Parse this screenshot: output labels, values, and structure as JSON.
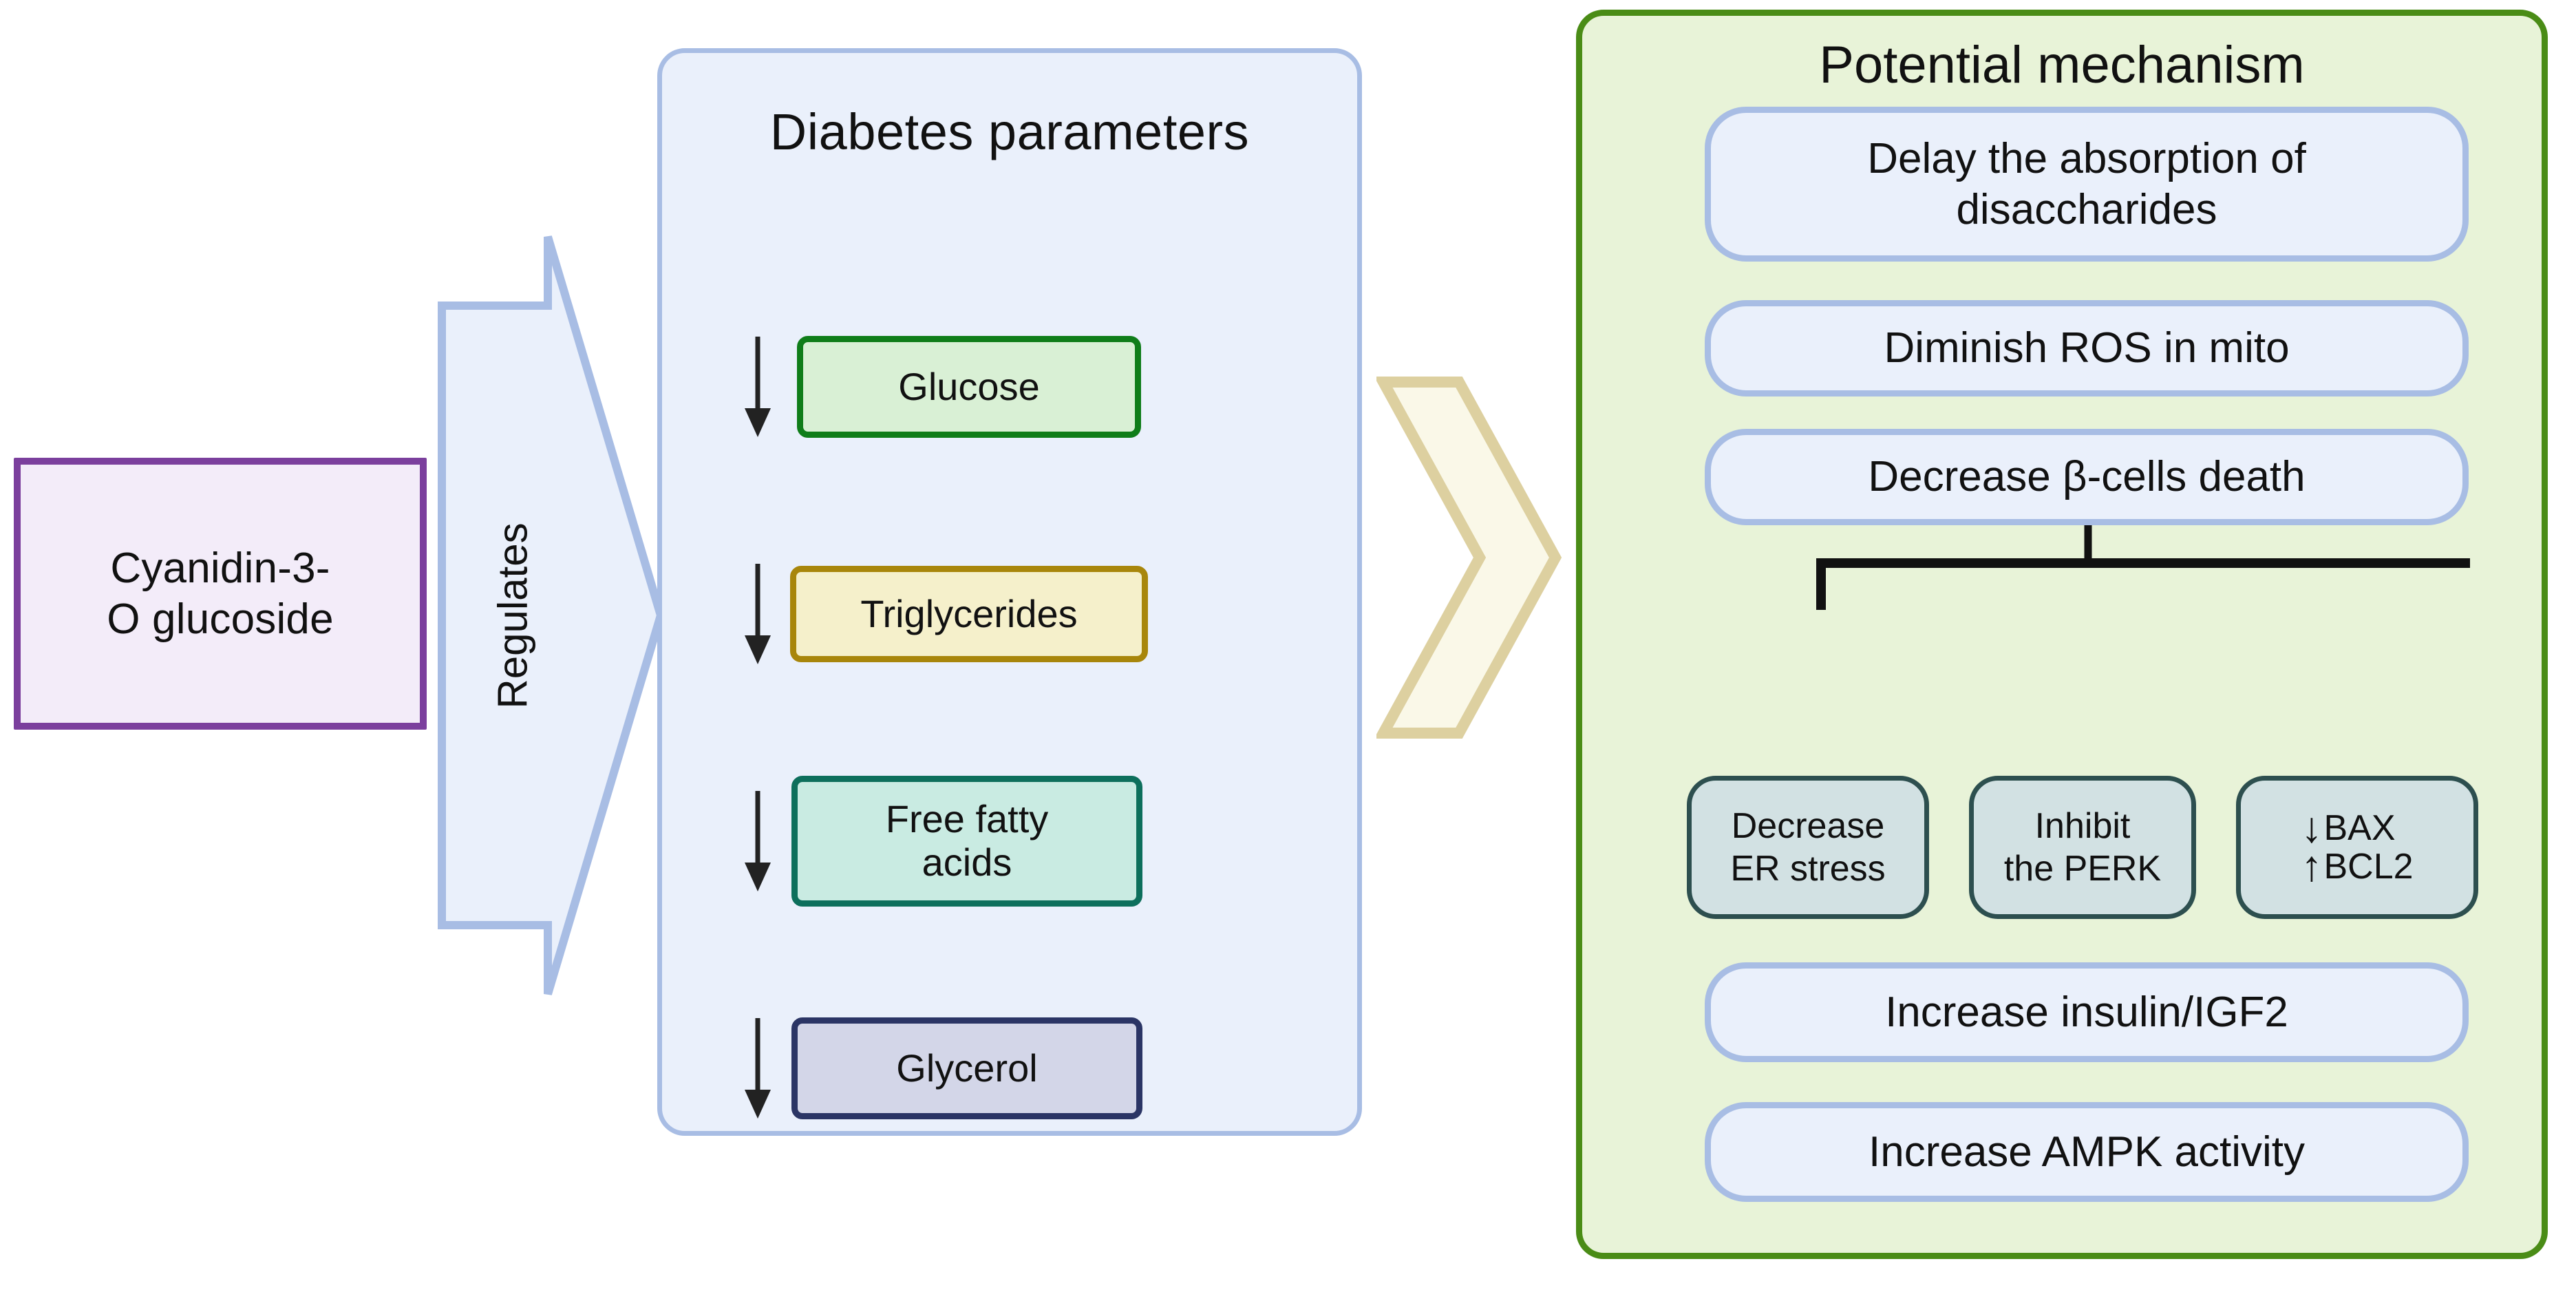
{
  "compound": {
    "name": "Cyanidin-3-\nO glucoside",
    "fill_color": "#f3ecf9",
    "border_color": "#7b3f9d"
  },
  "connector": {
    "regulates_label": "Regulates",
    "arrow_fill": "#eaf0fb",
    "arrow_border": "#a8bde4",
    "chevron_fill": "#faf8e8",
    "chevron_border": "#ddd0a0"
  },
  "diabetes_panel": {
    "title": "Diabetes parameters",
    "fill_color": "#eaf0fb",
    "border_color": "#a8bde4",
    "parameters": [
      {
        "label": "Glucose",
        "direction": "down",
        "fill": "#d9f0d5",
        "border": "#0f7d19"
      },
      {
        "label": "Triglycerides",
        "direction": "down",
        "fill": "#f5f0cb",
        "border": "#a8860b"
      },
      {
        "label": "Free fatty\nacids",
        "direction": "down",
        "fill": "#c9ebe2",
        "border": "#0d6f5c"
      },
      {
        "label": "Glycerol",
        "direction": "down",
        "fill": "#d3d6e8",
        "border": "#2b3565"
      }
    ]
  },
  "mechanism_panel": {
    "title": "Potential mechanism",
    "fill_color": "#e8f3d8",
    "border_color": "#4a8c16",
    "items": [
      {
        "label": "Delay the absorption of\ndisaccharides"
      },
      {
        "label": "Diminish ROS in mito"
      },
      {
        "label": "Decrease β-cells death"
      },
      {
        "label": "Increase insulin/IGF2"
      },
      {
        "label": "Increase AMPK activity"
      }
    ],
    "sub_items": [
      {
        "label": "Decrease\nER stress",
        "type": "text"
      },
      {
        "label": "Inhibit\nthe PERK",
        "type": "text"
      },
      {
        "type": "genes",
        "genes": [
          {
            "arrow": "↓",
            "name": "BAX"
          },
          {
            "arrow": "↑",
            "name": "BCL2"
          }
        ]
      }
    ],
    "sub_fill": "#d2e1e3",
    "sub_border": "#2d4f4f"
  }
}
